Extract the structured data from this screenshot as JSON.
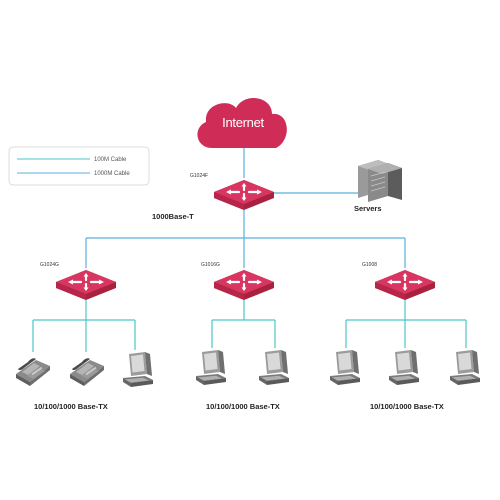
{
  "internet": {
    "label": "Internet"
  },
  "legend": {
    "items": [
      {
        "label": "100M Cable",
        "color": "#4bc6c9"
      },
      {
        "label": "1000M Cable",
        "color": "#5ab0dc"
      }
    ]
  },
  "core_switch": {
    "model": "G1024F",
    "uplink_label": "1000Base-T"
  },
  "servers": {
    "label": "Servers"
  },
  "access_switches": [
    {
      "model": "G1024G",
      "port_label": "10/100/1000 Base-TX"
    },
    {
      "model": "G1016G",
      "port_label": "10/100/1000 Base-TX"
    },
    {
      "model": "G1008",
      "port_label": "10/100/1000 Base-TX"
    }
  ],
  "colors": {
    "switch": "#d12f5a",
    "switch_top": "#e04a73",
    "cloud": "#cf2d57",
    "link_100m": "#4bc6c9",
    "link_1000m": "#5ab0dc",
    "device": "#8c8c8c"
  },
  "icons": [
    "cloud-icon",
    "router-switch-icon",
    "server-icon",
    "ip-phone-icon",
    "desktop-computer-icon"
  ]
}
